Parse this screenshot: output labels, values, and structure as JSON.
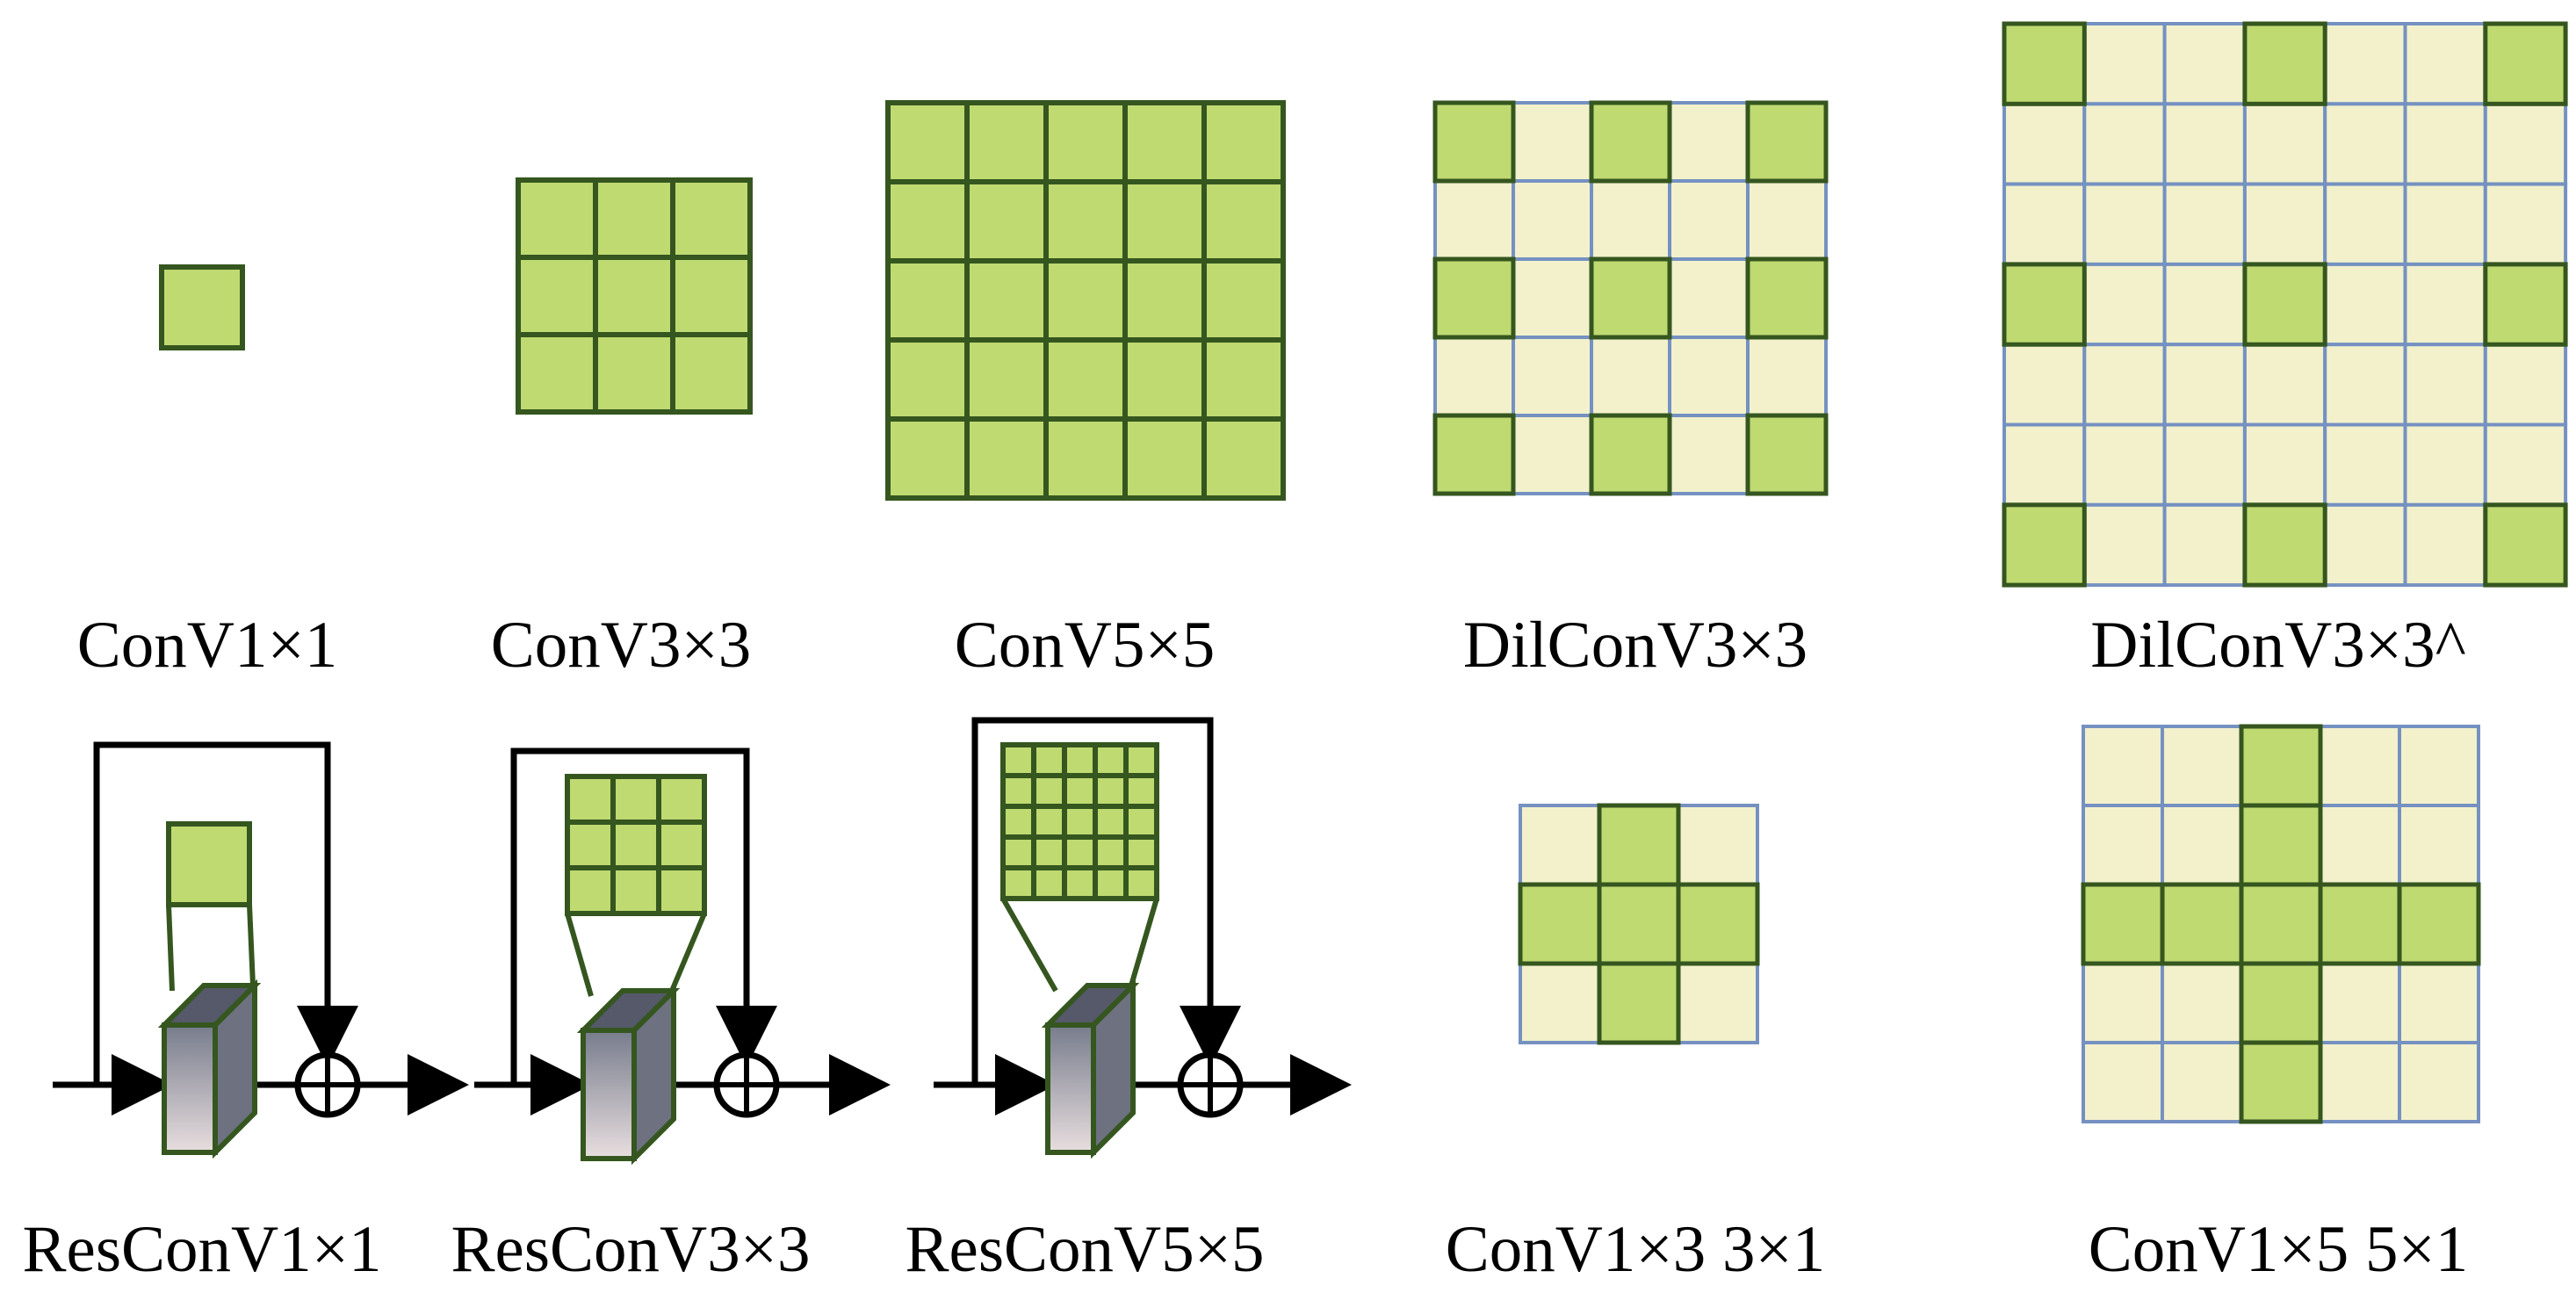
{
  "colors": {
    "green": "#c0da72",
    "green_border": "#35561f",
    "pale": "#f2f1cc",
    "blue_grid": "#7591c1",
    "arrow": "#000000",
    "block_top": "#55596a",
    "block_front_light": "#e8dedf",
    "block_front_dark": "#777c8c",
    "block_side": "#6d7180"
  },
  "labels": {
    "conv1": "ConV1×1",
    "conv3": "ConV3×3",
    "conv5": "ConV5×5",
    "dil3": "DilConV3×3",
    "dil3b": "DilConV3×3^",
    "res1": "ResConV1×1",
    "res3": "ResConV3×3",
    "res5": "ResConV5×5",
    "sep3": "ConV1×3 3×1",
    "sep5": "ConV1×5 5×1"
  },
  "icons": [
    "add-circle-icon",
    "arrow-right-icon",
    "arrow-down-icon"
  ]
}
